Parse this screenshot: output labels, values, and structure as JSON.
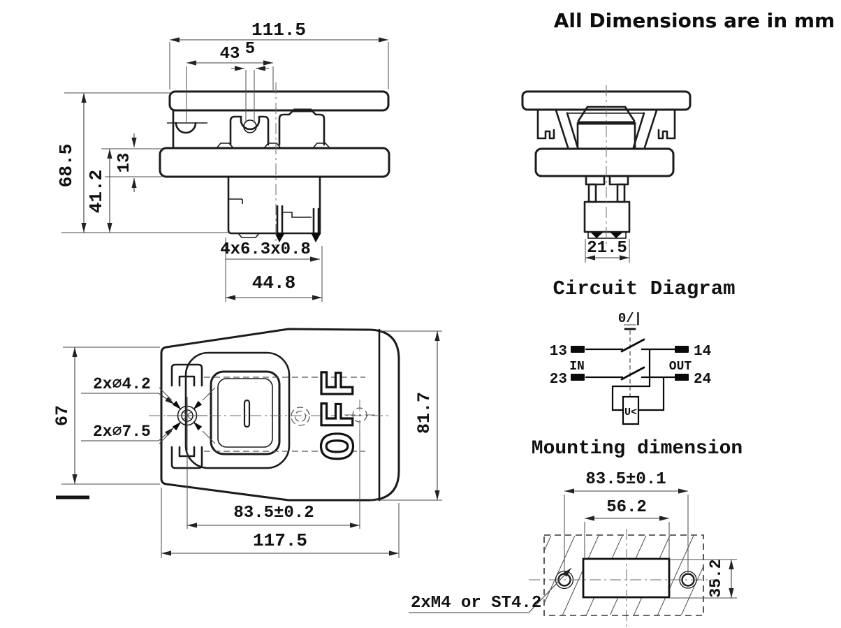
{
  "meta": {
    "line_color": "#1b1b1b",
    "background": "#ffffff"
  },
  "units_note": {
    "text": "All Dimensions are in mm"
  },
  "front_view": {
    "dim_total_width": "111.5",
    "dim_actuator_span": "43",
    "dim_slot": "5",
    "dim_total_height": "68.5",
    "dim_body_height": "41.2",
    "dim_base_thickness": "13",
    "dim_terminals": "4x6.3x0.8",
    "dim_lower_body_width": "44.8"
  },
  "side_view": {
    "dim_terminal_width": "21.5"
  },
  "circuit": {
    "title": "Circuit Diagram",
    "actuator_symbol": "0/|",
    "terminal_13": "13",
    "terminal_14": "14",
    "terminal_23": "23",
    "terminal_24": "24",
    "in_label": "IN",
    "out_label": "OUT",
    "coil_label": "U<"
  },
  "top_view": {
    "hole_small_label": "2x∅4.2",
    "hole_large_label": "2x∅7.5",
    "dim_tail_height": "67",
    "button_marking": "OFF",
    "dim_hole_spacing": "83.5±0.2",
    "dim_total_length": "117.5",
    "dim_body_width": "81.7"
  },
  "mounting": {
    "title": "Mounting dimension",
    "dim_hole_spacing": "83.5±0.1",
    "dim_cutout_width": "56.2",
    "dim_cutout_height": "35.2",
    "screw_note": "2xM4 or ST4.2"
  }
}
